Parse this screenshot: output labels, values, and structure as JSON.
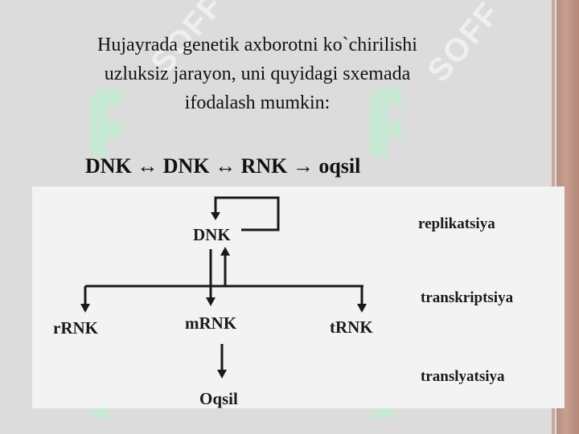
{
  "watermark": {
    "text": "SOFF"
  },
  "intro": {
    "line1": "Hujayrada genetik axborotni ko`chirilishi",
    "line2": "uzluksiz jarayon, uni quyidagi sxemada",
    "line3": "ifodalash mumkin:"
  },
  "formula": {
    "t1": "DNK",
    "op1": "↔",
    "t2": "DNK",
    "op2": "↔",
    "t3": "RNK",
    "op3": "→",
    "t4": "oqsil"
  },
  "diagram": {
    "nodes": {
      "dnk": "DNK",
      "rrnk": "rRNK",
      "mrnk": "mRNK",
      "trnk": "tRNK",
      "oqsil": "Oqsil"
    },
    "stages": {
      "replication": "replikatsiya",
      "transcription": "transkriptsiya",
      "translation": "translyatsiya"
    }
  },
  "colors": {
    "background": "#dcdcdc",
    "scan_panel": "#f3f3f3",
    "border_accent": "#b58f82",
    "watermark": "#b6f5cf"
  }
}
